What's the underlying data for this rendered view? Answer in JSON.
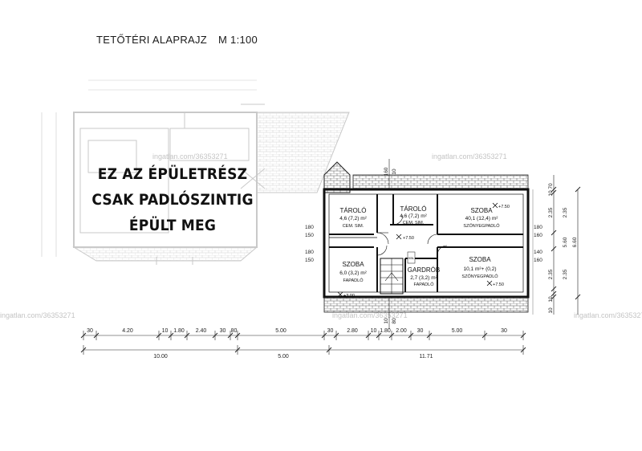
{
  "header": {
    "title": "TETŐTÉRI ALAPRAJZ",
    "scale": "M 1:100"
  },
  "notice": {
    "line1": "EZ AZ ÉPÜLETRÉSZ",
    "line2": "CSAK PADLÓSZINTIG",
    "line3": "ÉPÜLT MEG"
  },
  "watermark": "ingatlan.com/36353271",
  "rooms": {
    "taroló_left": {
      "name": "TÁROLÓ",
      "area": "4,6 (7,2) m²",
      "floor": "CEM. SIM."
    },
    "taroló_mid": {
      "name": "TÁROLÓ",
      "area": "4,6 (7,2) m²",
      "floor": "CEM. SIM."
    },
    "szoba_top": {
      "name": "SZOBA",
      "area": "40,1 (12,4) m²",
      "floor": "SZŐNYEGPADLÓ"
    },
    "szoba_left": {
      "name": "SZOBA",
      "area": "6,0 (3,2) m²",
      "floor": "FAPADLÓ"
    },
    "gardrob": {
      "name": "GARDRÓB",
      "area": "2,7 (3,2) m²",
      "floor": "FAPADLÓ"
    },
    "szoba_right": {
      "name": "SZOBA",
      "area": "10,1 m²+ (0,2)",
      "floor": "SZŐNYEGPADLÓ"
    }
  },
  "levels": {
    "top_right": "+7.50",
    "hall": "+7.50",
    "left_bottom": "+3.00",
    "right_bottom": "+7.50"
  },
  "dimensions": {
    "row1": [
      "30",
      "4.20",
      "10",
      "1.80",
      "2.40",
      "30",
      "80",
      "5.00",
      "30",
      "2.80",
      "10",
      "1.80",
      "2.00",
      "30",
      "5.00",
      "30"
    ],
    "row2": [
      "10.00",
      "5.00",
      "11.71"
    ],
    "right_inner": [
      "70",
      "10",
      "2.35",
      "180",
      "160",
      "140",
      "160",
      "2.35",
      "10",
      "10"
    ],
    "right_outer": [
      "2.35",
      "5.60",
      "2.35",
      "6.60"
    ],
    "left": [
      "180",
      "150",
      "180",
      "150"
    ],
    "top": [
      "160",
      "10"
    ],
    "bottom": [
      "10",
      "80"
    ],
    "gardrob_tag": "KBL"
  }
}
